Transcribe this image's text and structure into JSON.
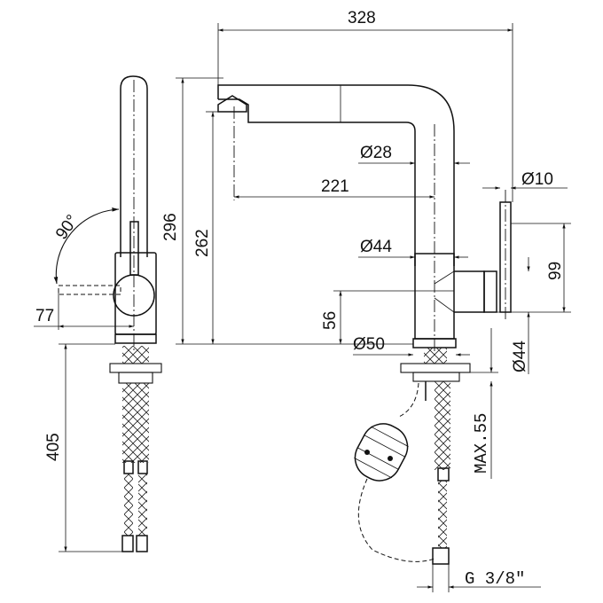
{
  "drawing": {
    "side_view": {
      "angle_label": "90°",
      "offset_label": "77",
      "hose_length_label": "405"
    },
    "front_view": {
      "overall_width_label": "328",
      "overall_height_label": "296",
      "spout_height_label": "262",
      "reach_label": "221",
      "spout_diameter_label": "Ø28",
      "handle_diameter_label": "Ø10",
      "body_diameter_label": "Ø44",
      "handle_height_label": "99",
      "handle_body_diameter_label": "Ø44",
      "lever_height_label": "56",
      "base_diameter_label": "Ø50",
      "deck_thickness_label": "MAX.55",
      "thread_label": "G 3/8\""
    }
  }
}
